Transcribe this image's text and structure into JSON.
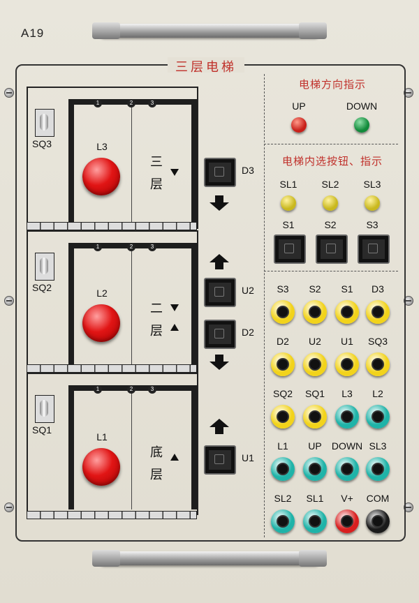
{
  "panel": {
    "model": "A19",
    "title": "三层电梯"
  },
  "floors": [
    {
      "switch": "SQ3",
      "lamp": "L3",
      "name_top": "三",
      "name_bottom": "层"
    },
    {
      "switch": "SQ2",
      "lamp": "L2",
      "name_top": "二",
      "name_bottom": "层"
    },
    {
      "switch": "SQ1",
      "lamp": "L1",
      "name_top": "底",
      "name_bottom": "层"
    }
  ],
  "cabin_markers": [
    "1",
    "2",
    "3"
  ],
  "call_buttons": {
    "d3": "D3",
    "u2": "U2",
    "d2": "D2",
    "u1": "U1"
  },
  "direction_section": {
    "title": "电梯方向指示",
    "up": "UP",
    "down": "DOWN",
    "up_color": "#c8201a",
    "down_color": "#118a3a"
  },
  "inner_section": {
    "title": "电梯内选按钮、指示",
    "leds": [
      "SL1",
      "SL2",
      "SL3"
    ],
    "led_color": "#c9b81e",
    "buttons": [
      "S1",
      "S2",
      "S3"
    ]
  },
  "terminals": [
    [
      {
        "label": "S3",
        "color": "#f2d31b"
      },
      {
        "label": "S2",
        "color": "#f2d31b"
      },
      {
        "label": "S1",
        "color": "#f2d31b"
      },
      {
        "label": "D3",
        "color": "#f2d31b"
      }
    ],
    [
      {
        "label": "D2",
        "color": "#f2d31b"
      },
      {
        "label": "U2",
        "color": "#f2d31b"
      },
      {
        "label": "U1",
        "color": "#f2d31b"
      },
      {
        "label": "SQ3",
        "color": "#f2d31b"
      }
    ],
    [
      {
        "label": "SQ2",
        "color": "#f2d31b"
      },
      {
        "label": "SQ1",
        "color": "#f2d31b"
      },
      {
        "label": "L3",
        "color": "#1fb3a8"
      },
      {
        "label": "L2",
        "color": "#1fb3a8"
      }
    ],
    [
      {
        "label": "L1",
        "color": "#1fb3a8"
      },
      {
        "label": "UP",
        "color": "#1fb3a8"
      },
      {
        "label": "DOWN",
        "color": "#1fb3a8"
      },
      {
        "label": "SL3",
        "color": "#1fb3a8"
      }
    ],
    [
      {
        "label": "SL2",
        "color": "#1fb3a8"
      },
      {
        "label": "SL1",
        "color": "#1fb3a8"
      },
      {
        "label": "V+",
        "color": "#d81f1f"
      },
      {
        "label": "COM",
        "color": "#1a1a1a"
      }
    ]
  ]
}
